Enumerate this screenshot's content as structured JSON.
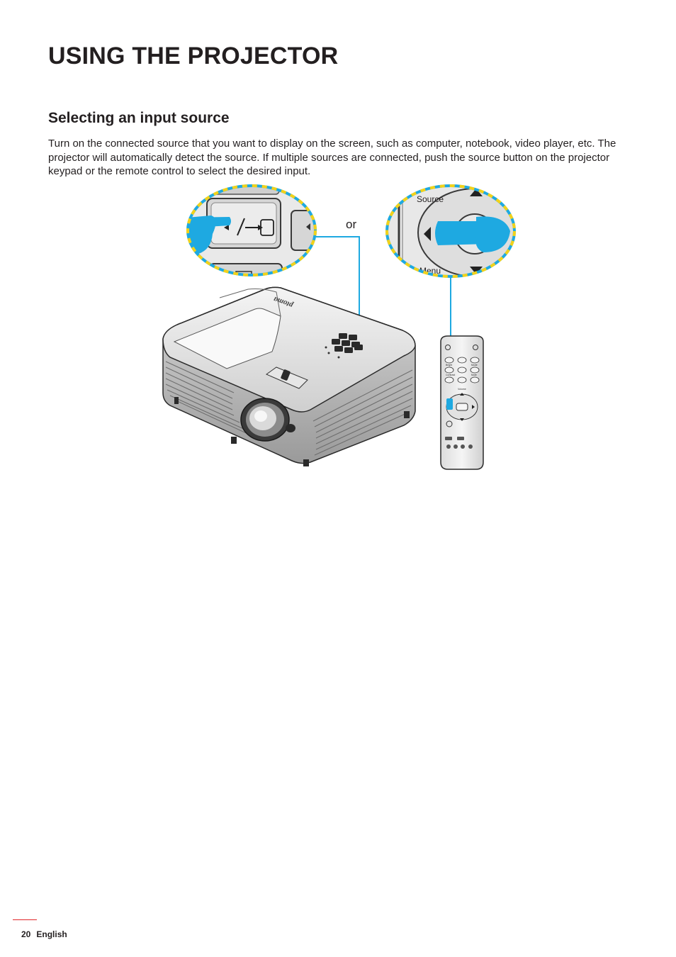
{
  "page": {
    "title": "USING THE PROJECTOR",
    "section_heading": "Selecting an input source",
    "body": "Turn on the connected source that you want to display on the screen, such as computer, notebook, video player, etc. The projector will automatically detect the source. If multiple sources are connected, push the source button on the projector keypad or the remote control to select the desired input."
  },
  "figure": {
    "or_label": "or",
    "remote_zoom_source_label": "Source",
    "remote_zoom_menu_label": "Menu"
  },
  "colors": {
    "callout_cyan": "#1ea9e1",
    "dash_yellow": "#f2d21a",
    "footer_red": "#e0262a"
  },
  "footer": {
    "page_number": "20",
    "language": "English"
  }
}
